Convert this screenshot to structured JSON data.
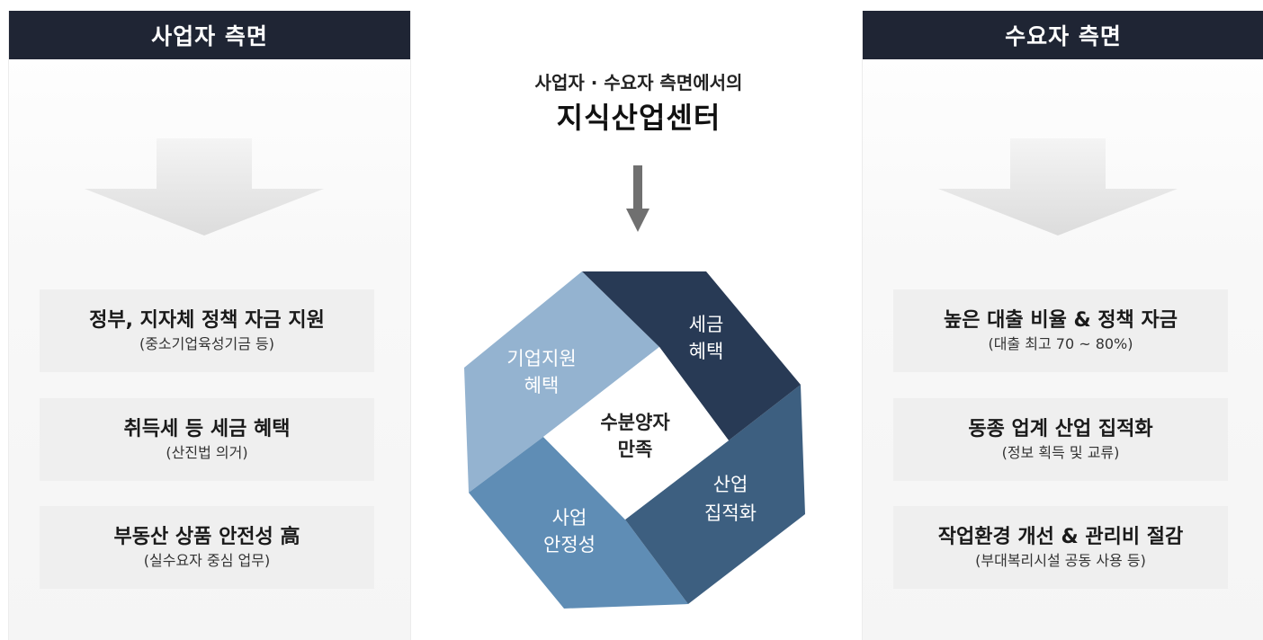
{
  "left_panel": {
    "header": "사업자 측면",
    "cards": [
      {
        "title": "정부, 지자체 정책 자금 지원",
        "sub": "(중소기업육성기금 등)"
      },
      {
        "title": "취득세 등 세금 혜택",
        "sub": "(산진법 의거)"
      },
      {
        "title": "부동산 상품 안전성 高",
        "sub": "(실수요자 중심 업무)"
      }
    ]
  },
  "right_panel": {
    "header": "수요자 측면",
    "cards": [
      {
        "title": "높은 대출 비율 & 정책 자금",
        "sub": "(대출 최고 70 ~ 80%)"
      },
      {
        "title": "동종 업계 산업 집적화",
        "sub": "(정보 획득 및 교류)"
      },
      {
        "title": "작업환경 개선 & 관리비 절감",
        "sub": "(부대복리시설 공동 사용 등)"
      }
    ]
  },
  "center": {
    "subtitle": "사업자 · 수요자 측면에서의",
    "title": "지식산업센터",
    "hub": {
      "line1": "수분양자",
      "line2": "만족"
    },
    "segments": [
      {
        "line1": "기업지원",
        "line2": "혜택",
        "color": "#94b3d0"
      },
      {
        "line1": "세금",
        "line2": "혜택",
        "color": "#283a55"
      },
      {
        "line1": "산업",
        "line2": "집적화",
        "color": "#3d5f80"
      },
      {
        "line1": "사업",
        "line2": "안정성",
        "color": "#5f8db5"
      }
    ]
  },
  "colors": {
    "header_bg": "#1f2534",
    "card_bg": "#efefef",
    "arrow_gray": "#707070"
  }
}
